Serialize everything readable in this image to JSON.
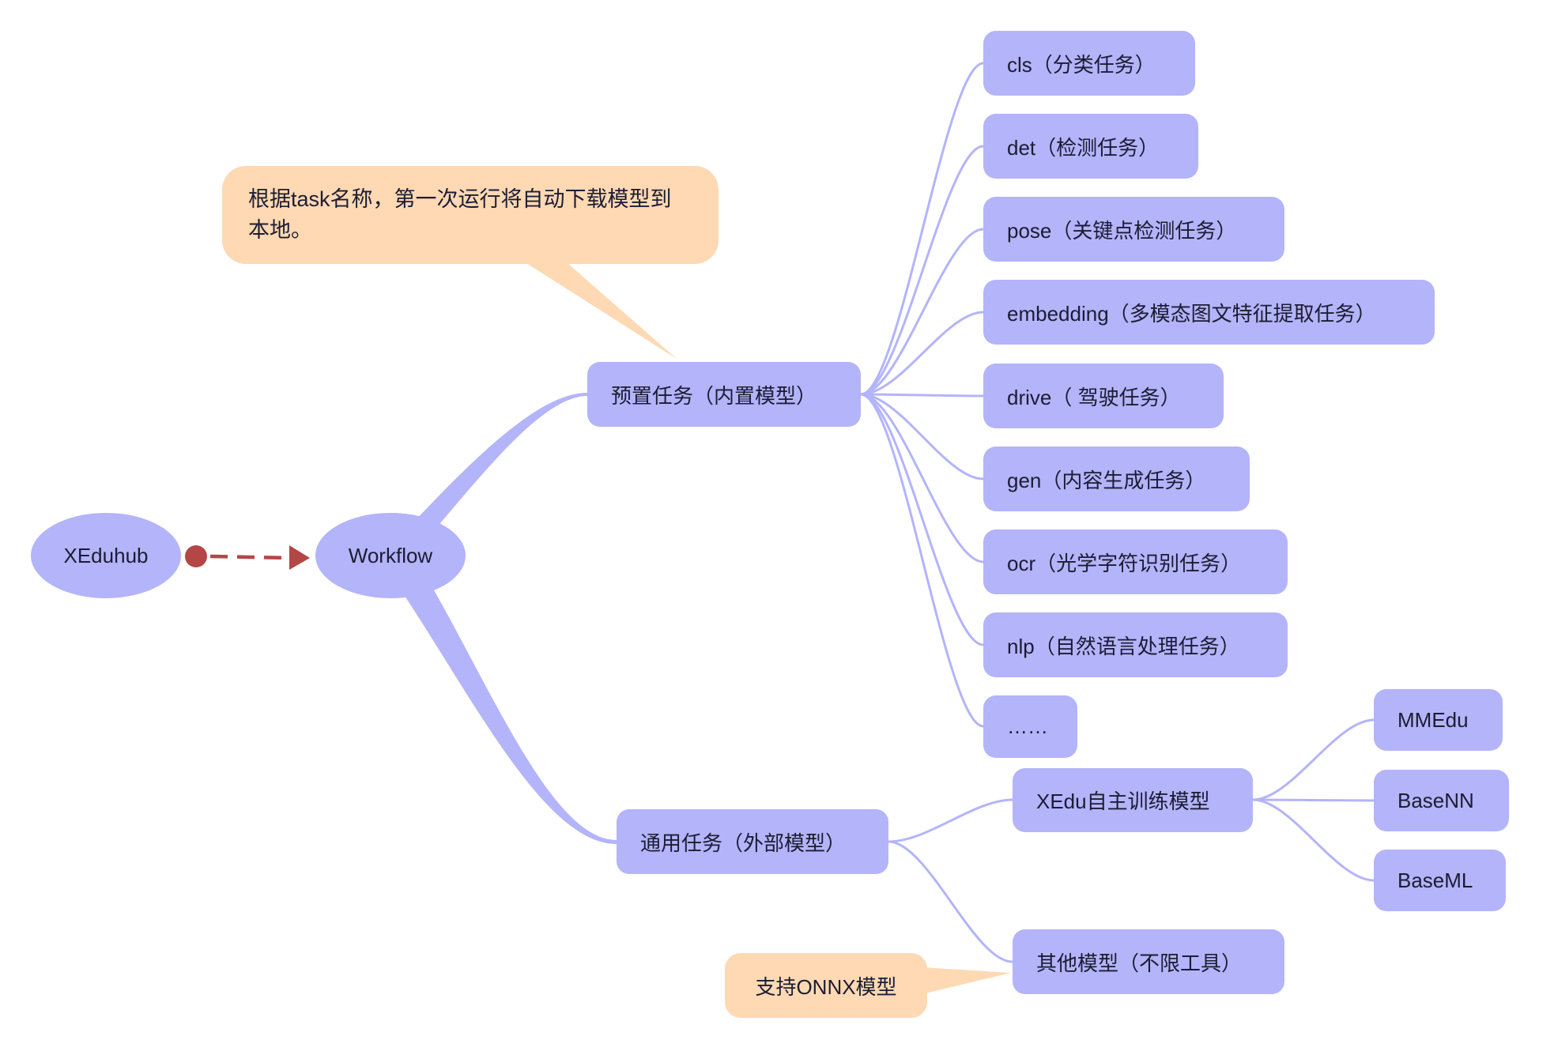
{
  "colors": {
    "background": "#ffffff",
    "node_fill": "#b3b4fa",
    "edge": "#b3b4fa",
    "callout_fill": "#fed9b3",
    "arrow": "#b54646",
    "text": "#1c1c33"
  },
  "root": {
    "label": "XEduhub"
  },
  "workflow": {
    "label": "Workflow"
  },
  "preset": {
    "label": "预置任务（内置模型）",
    "note_lines": [
      "根据task名称，第一次运行将自动下载模型到",
      "本地。"
    ],
    "tasks": [
      "cls（分类任务）",
      "det（检测任务）",
      "pose（关键点检测任务）",
      "embedding（多模态图文特征提取任务）",
      "drive（ 驾驶任务）",
      "gen（内容生成任务）",
      "ocr（光学字符识别任务）",
      "nlp（自然语言处理任务）",
      "……"
    ]
  },
  "general": {
    "label": "通用任务（外部模型）",
    "xedu": {
      "label": "XEdu自主训练模型",
      "tools": [
        "MMEdu",
        "BaseNN",
        "BaseML"
      ]
    },
    "other": {
      "label": "其他模型（不限工具）",
      "note": "支持ONNX模型"
    }
  }
}
